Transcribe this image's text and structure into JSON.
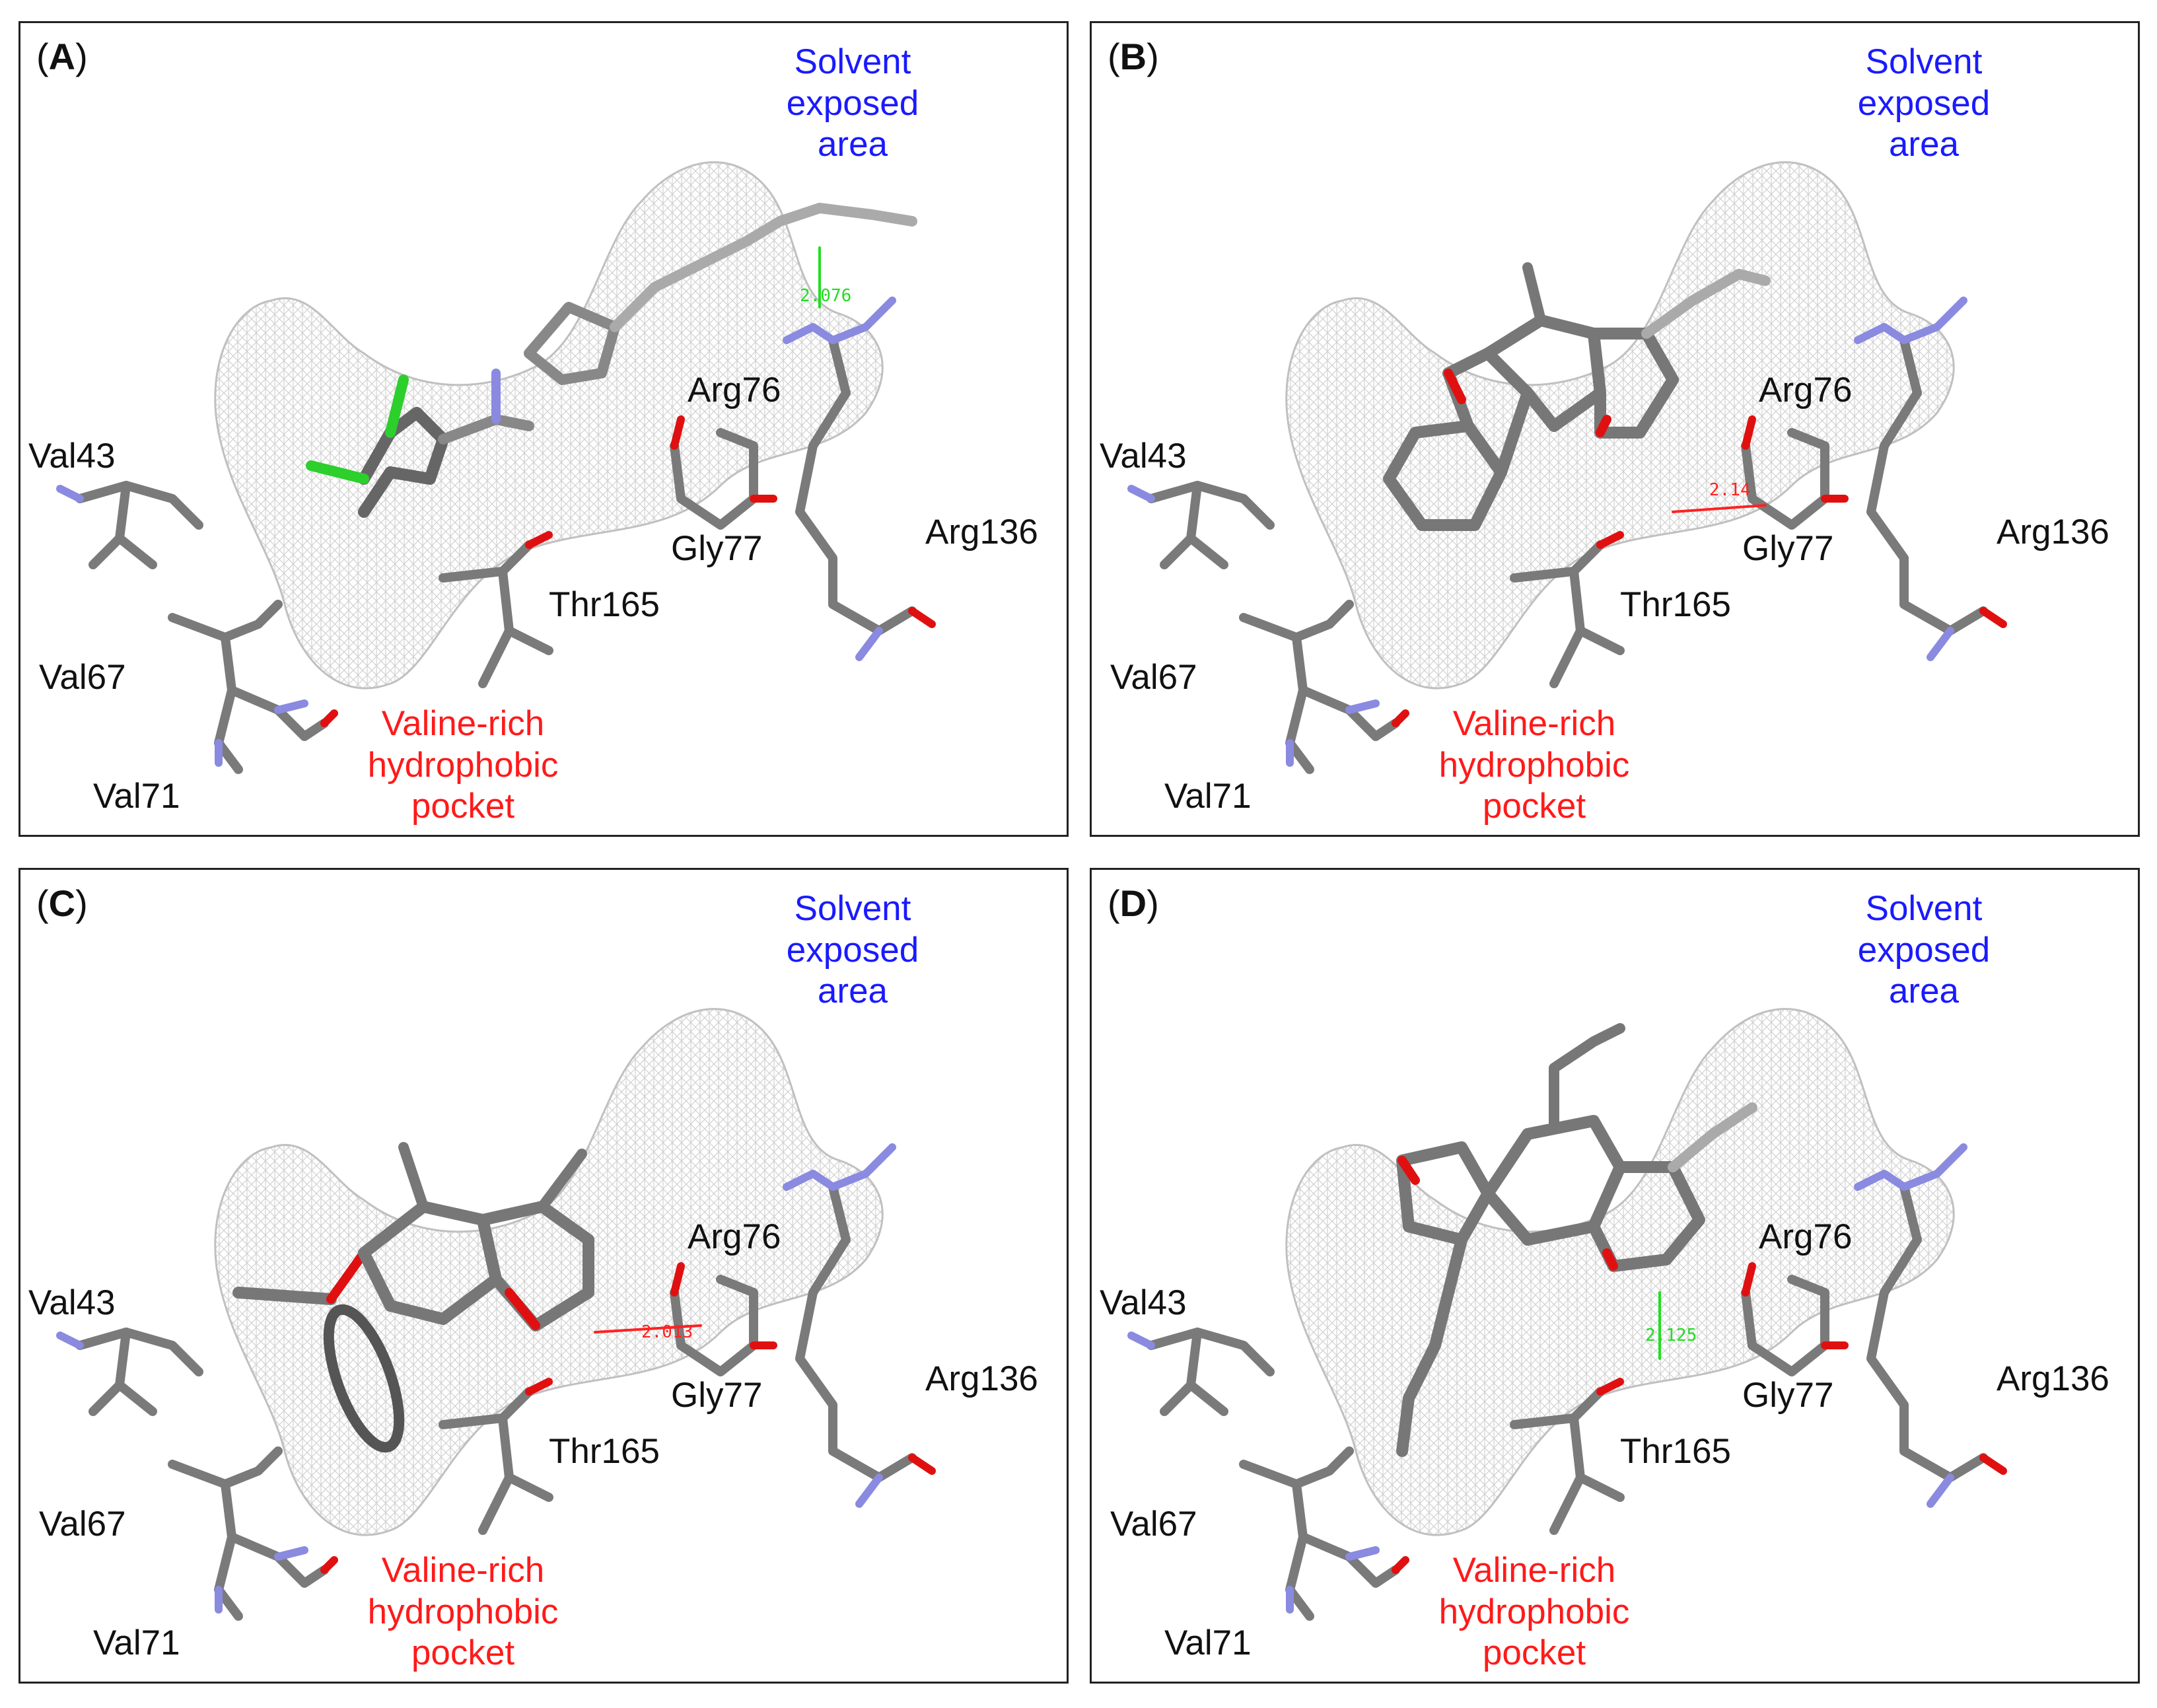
{
  "panels": [
    {
      "letter": "A",
      "distance": "2.076",
      "distance_color": "green"
    },
    {
      "letter": "B",
      "distance": "2.14",
      "distance_color": "red"
    },
    {
      "letter": "C",
      "distance": "2.013",
      "distance_color": "red"
    },
    {
      "letter": "D",
      "distance": "2.125",
      "distance_color": "green"
    }
  ],
  "labels": {
    "solvent_line1": "Solvent",
    "solvent_line2": "exposed",
    "solvent_line3": "area",
    "pocket_line1": "Valine-rich",
    "pocket_line2": "hydrophobic",
    "pocket_line3": "pocket",
    "residues": {
      "val43": "Val43",
      "val67": "Val67",
      "val71": "Val71",
      "arg76": "Arg76",
      "gly77": "Gly77",
      "thr165": "Thr165",
      "arg136": "Arg136"
    }
  },
  "colors": {
    "solvent_label": "#1a1aff",
    "pocket_label": "#ff1a1a",
    "hbond_green": "#22dd22",
    "hbond_red": "#ff2222",
    "carbon": "#7a7a7a",
    "nitrogen": "#8a8ae0",
    "oxygen": "#e01010",
    "chlorine": "#22cc22",
    "sulfur": "#d4a017",
    "surface_mesh": "#d0d0d0"
  }
}
